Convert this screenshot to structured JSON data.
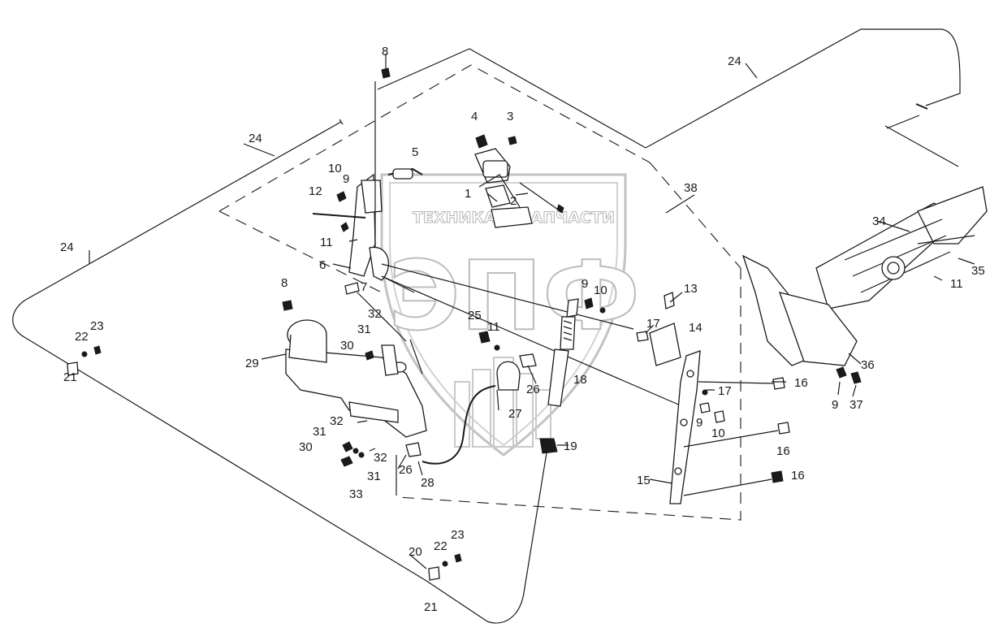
{
  "watermark": {
    "brand_top": "ТЕХНИКА",
    "brand_top_right": "ЗАПЧАСТИ",
    "logo_letters": "ЭПФ"
  },
  "callouts": [
    {
      "id": "c1",
      "text": "1"
    },
    {
      "id": "c2",
      "text": "2"
    },
    {
      "id": "c3",
      "text": "3"
    },
    {
      "id": "c4",
      "text": "4"
    },
    {
      "id": "c5",
      "text": "5"
    },
    {
      "id": "c6",
      "text": "6"
    },
    {
      "id": "c7",
      "text": "7"
    },
    {
      "id": "c8a",
      "text": "8"
    },
    {
      "id": "c8b",
      "text": "8"
    },
    {
      "id": "c9a",
      "text": "9"
    },
    {
      "id": "c9b",
      "text": "9"
    },
    {
      "id": "c9c",
      "text": "9"
    },
    {
      "id": "c9d",
      "text": "9"
    },
    {
      "id": "c10a",
      "text": "10"
    },
    {
      "id": "c10b",
      "text": "10"
    },
    {
      "id": "c10c",
      "text": "10"
    },
    {
      "id": "c11a",
      "text": "11"
    },
    {
      "id": "c11b",
      "text": "11"
    },
    {
      "id": "c11c",
      "text": "11"
    },
    {
      "id": "c12",
      "text": "12"
    },
    {
      "id": "c13",
      "text": "13"
    },
    {
      "id": "c14",
      "text": "14"
    },
    {
      "id": "c15",
      "text": "15"
    },
    {
      "id": "c16a",
      "text": "16"
    },
    {
      "id": "c16b",
      "text": "16"
    },
    {
      "id": "c16c",
      "text": "16"
    },
    {
      "id": "c17a",
      "text": "17"
    },
    {
      "id": "c17b",
      "text": "17"
    },
    {
      "id": "c18",
      "text": "18"
    },
    {
      "id": "c19",
      "text": "19"
    },
    {
      "id": "c20",
      "text": "20"
    },
    {
      "id": "c21a",
      "text": "21"
    },
    {
      "id": "c21b",
      "text": "21"
    },
    {
      "id": "c22a",
      "text": "22"
    },
    {
      "id": "c22b",
      "text": "22"
    },
    {
      "id": "c23a",
      "text": "23"
    },
    {
      "id": "c23b",
      "text": "23"
    },
    {
      "id": "c24a",
      "text": "24"
    },
    {
      "id": "c24b",
      "text": "24"
    },
    {
      "id": "c24c",
      "text": "24"
    },
    {
      "id": "c25",
      "text": "25"
    },
    {
      "id": "c26a",
      "text": "26"
    },
    {
      "id": "c26b",
      "text": "26"
    },
    {
      "id": "c27",
      "text": "27"
    },
    {
      "id": "c28",
      "text": "28"
    },
    {
      "id": "c29",
      "text": "29"
    },
    {
      "id": "c30a",
      "text": "30"
    },
    {
      "id": "c30b",
      "text": "30"
    },
    {
      "id": "c31a",
      "text": "31"
    },
    {
      "id": "c31b",
      "text": "31"
    },
    {
      "id": "c31c",
      "text": "31"
    },
    {
      "id": "c32a",
      "text": "32"
    },
    {
      "id": "c32b",
      "text": "32"
    },
    {
      "id": "c32c",
      "text": "32"
    },
    {
      "id": "c33",
      "text": "33"
    },
    {
      "id": "c34",
      "text": "34"
    },
    {
      "id": "c35",
      "text": "35"
    },
    {
      "id": "c36",
      "text": "36"
    },
    {
      "id": "c37",
      "text": "37"
    },
    {
      "id": "c38",
      "text": "38"
    }
  ]
}
